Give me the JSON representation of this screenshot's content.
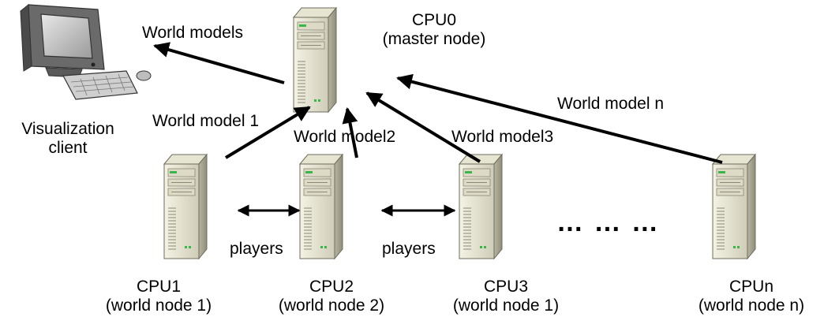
{
  "nodes": {
    "master": {
      "name": "CPU0",
      "role": "(master node)"
    },
    "cpu1": {
      "name": "CPU1",
      "role": "(world node 1)"
    },
    "cpu2": {
      "name": "CPU2",
      "role": "(world node 2)"
    },
    "cpu3": {
      "name": "CPU3",
      "role": "(world node 1)"
    },
    "cpun": {
      "name": "CPUn",
      "role": "(world node n)"
    }
  },
  "client": {
    "line1": "Visualization",
    "line2": "client"
  },
  "edges": {
    "world_models": "World models",
    "world_model_1": "World model 1",
    "world_model_2": "World model2",
    "world_model_3": "World model3",
    "world_model_n": "World model n",
    "players_a": "players",
    "players_b": "players"
  },
  "ellipsis": "… … …"
}
